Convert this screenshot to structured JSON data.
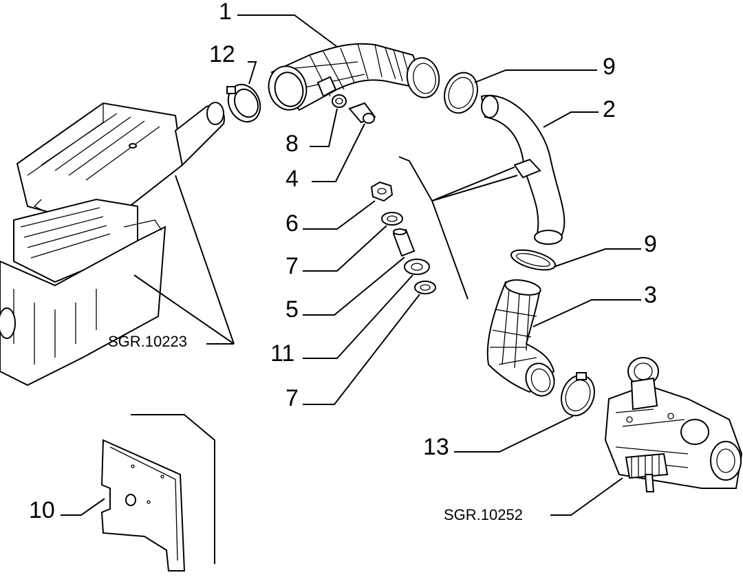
{
  "callouts": {
    "c1": "1",
    "c12": "12",
    "c9a": "9",
    "c2": "2",
    "c8": "8",
    "c4": "4",
    "c6": "6",
    "c7a": "7",
    "c5": "5",
    "c11": "11",
    "c7b": "7",
    "c9b": "9",
    "c3": "3",
    "c13": "13",
    "c10": "10"
  },
  "references": {
    "air_filter": "SGR.10223",
    "turbo": "SGR.10252"
  }
}
